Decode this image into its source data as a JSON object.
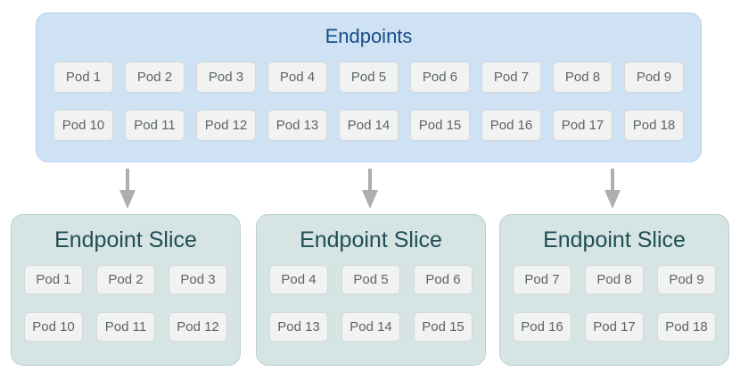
{
  "colors": {
    "endpoints_bg": "#cfe2f4",
    "endpoints_border": "#b7cfe9",
    "endpoints_title": "#174e86",
    "slice_bg": "#d6e4e4",
    "slice_border": "#b9cfd0",
    "slice_title": "#1f4e55",
    "pod_bg": "#f1f2f2",
    "pod_border": "#d4d7d9",
    "pod_text": "#5f6368",
    "arrow": "#acafb2"
  },
  "endpoints": {
    "title": "Endpoints",
    "pods": [
      "Pod 1",
      "Pod 2",
      "Pod 3",
      "Pod 4",
      "Pod 5",
      "Pod 6",
      "Pod 7",
      "Pod 8",
      "Pod 9",
      "Pod 10",
      "Pod 11",
      "Pod 12",
      "Pod 13",
      "Pod 14",
      "Pod 15",
      "Pod 16",
      "Pod 17",
      "Pod 18"
    ]
  },
  "slices": [
    {
      "title": "Endpoint Slice",
      "pods": [
        "Pod 1",
        "Pod 2",
        "Pod 3",
        "Pod 10",
        "Pod 11",
        "Pod 12"
      ]
    },
    {
      "title": "Endpoint Slice",
      "pods": [
        "Pod 4",
        "Pod 5",
        "Pod 6",
        "Pod 13",
        "Pod 14",
        "Pod 15"
      ]
    },
    {
      "title": "Endpoint Slice",
      "pods": [
        "Pod 7",
        "Pod 8",
        "Pod 9",
        "Pod 16",
        "Pod 17",
        "Pod 18"
      ]
    }
  ]
}
